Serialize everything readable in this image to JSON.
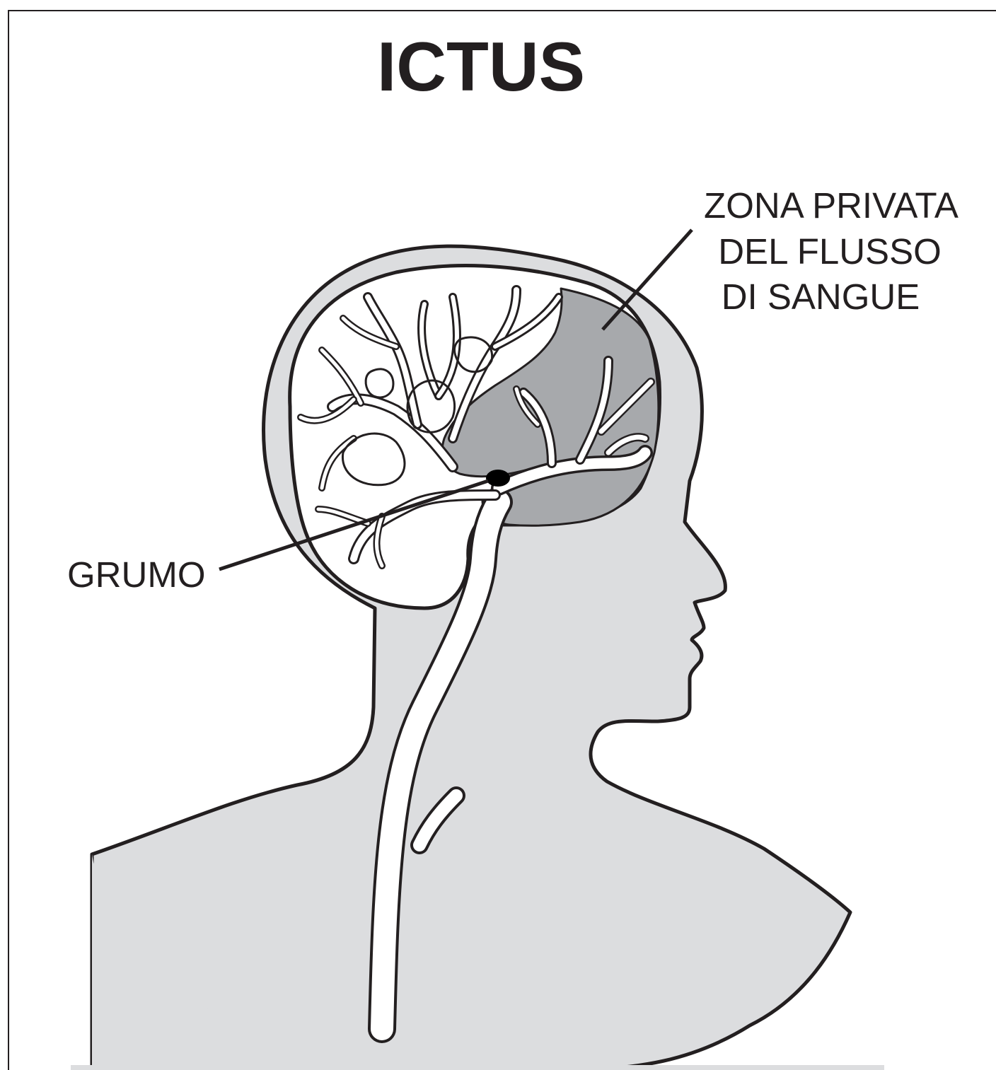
{
  "title": "ICTUS",
  "labels": {
    "zona_line1": "ZONA PRIVATA",
    "zona_line2": "DEL FLUSSO",
    "zona_line3": "DI SANGUE",
    "grumo": "GRUMO"
  },
  "colors": {
    "ink": "#231f20",
    "skin": "#dcdddf",
    "ischemic_zone": "#a7a9ac",
    "vessel": "#ffffff",
    "clot": "#000000"
  }
}
